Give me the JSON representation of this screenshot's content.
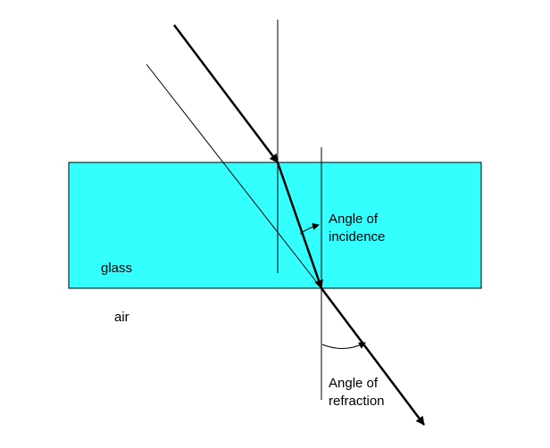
{
  "labels": {
    "incidence": [
      "Angle of",
      "incidence"
    ],
    "refraction": [
      "Angle of",
      "refraction"
    ],
    "glass": "glass",
    "air": "air"
  },
  "colors": {
    "glass": "#33ffff",
    "border": "#000000",
    "background": "#ffffff"
  }
}
